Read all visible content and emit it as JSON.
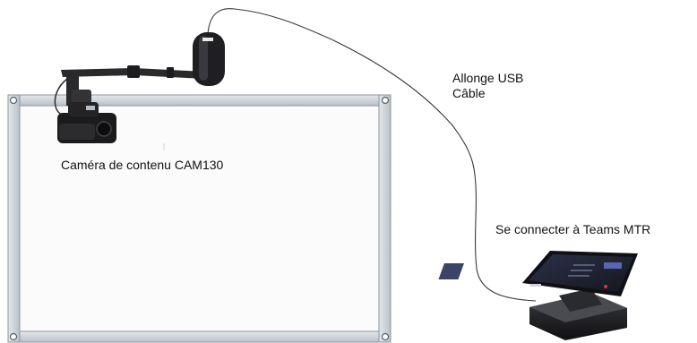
{
  "labels": {
    "camera": "Caméra de contenu CAM130",
    "cable_line1": "Allonge USB",
    "cable_line2": "Câble",
    "mtr": "Se connecter à Teams MTR"
  },
  "colors": {
    "frame": "#c9d0d6",
    "frame_edge": "#8d969e",
    "board": "#fbfbfb",
    "cable": "#3a3a3a",
    "device_dark": "#1b1b1d"
  },
  "icons": {
    "camera": "document-camera-icon",
    "device": "teams-room-console-icon"
  }
}
